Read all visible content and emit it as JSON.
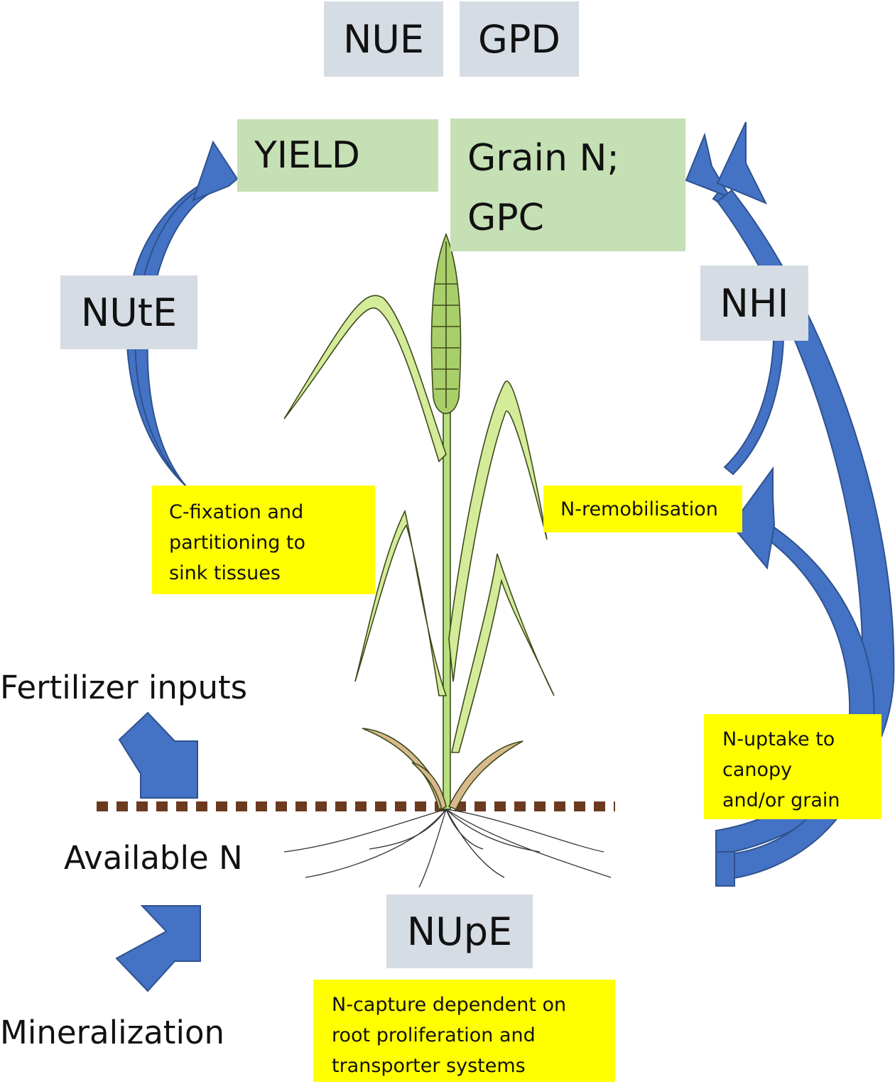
{
  "metrics": {
    "nue": "NUE",
    "gpd": "GPD",
    "nute": "NUtE",
    "nhi": "NHI",
    "nupe": "NUpE"
  },
  "outputs": {
    "yield": "YIELD",
    "grain_n_line1": "Grain N;",
    "grain_n_line2": "GPC"
  },
  "processes": {
    "c_fixation": [
      "C-fixation and",
      "partitioning to",
      "sink tissues"
    ],
    "n_remobilisation": "N-remobilisation",
    "n_uptake": [
      "N-uptake to",
      "canopy",
      "and/or grain"
    ],
    "n_capture": [
      "N-capture dependent on",
      "root proliferation and",
      "transporter systems"
    ]
  },
  "inputs": {
    "fertilizer": "Fertilizer inputs",
    "available_n": "Available N",
    "mineralization": "Mineralization"
  },
  "colors": {
    "arrow_blue": "#4472c4",
    "arrow_outline": "#2f528f",
    "grey_box": "#d6dce4",
    "green_box": "#c5e0b4",
    "yellow_box": "#ffff00",
    "soil_line": "#6b3a1f",
    "leaf_fill": "#d4ec9a",
    "leaf_stroke": "#3d4a1a",
    "root_stroke": "#333333"
  },
  "icons": {
    "arrow": "curved-arrow-icon",
    "block_arrow": "block-arrow-icon",
    "plant": "wheat-plant-icon"
  }
}
